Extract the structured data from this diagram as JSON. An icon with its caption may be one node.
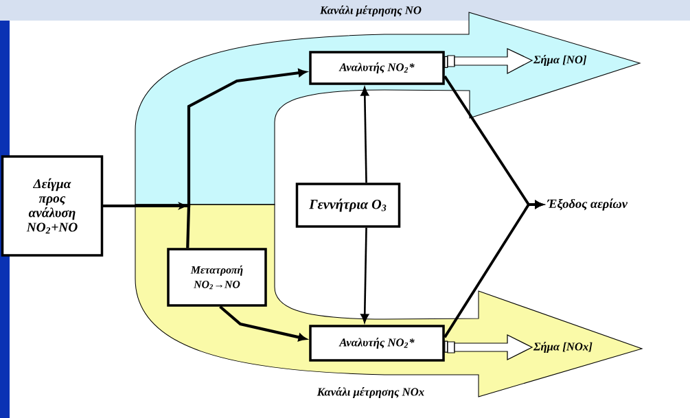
{
  "diagram": {
    "nodes": [
      {
        "text": [
          "Δείγμα προς ανάλυση NO$_{2}$+NO"
        ]
      },
      {
        "text": [
          "Αναλυτής NO$_{2}$*"
        ]
      },
      {
        "text": [
          "Σήμα [NO]"
        ]
      },
      {
        "text": [
          "Γεννήτρια O$_{3}$"
        ]
      },
      {
        "text": [
          "Έξοδος αερίων"
        ]
      },
      {
        "text": [
          "Μετατροπή NO$_{2}$→NO"
        ]
      },
      {
        "text": [
          "Αναλυτής NO$_{2}$*"
        ]
      },
      {
        "text": [
          "Σήμα [NOx]"
        ]
      }
    ],
    "edges": [
      {
        "from": 0,
        "to": 1,
        "arrow": "to"
      },
      {
        "from": 0,
        "to": 5,
        "arrow": "none"
      },
      {
        "from": 5,
        "to": 6,
        "arrow": "to"
      },
      {
        "from": 3,
        "to": 1,
        "arrow": "to"
      },
      {
        "from": 3,
        "to": 6,
        "arrow": "to"
      },
      {
        "from": 1,
        "to": 4,
        "arrow": "to"
      },
      {
        "from": 6,
        "to": 4,
        "arrow": "to"
      },
      {
        "from": 1,
        "to": 2,
        "arrow": "to",
        "style": "thick"
      },
      {
        "from": 6,
        "to": 7,
        "arrow": "to",
        "style": "thick"
      }
    ],
    "labels": [
      "Κανάλι μέτρησης NO",
      "Κανάλι μέτρησης NOx"
    ]
  }
}
